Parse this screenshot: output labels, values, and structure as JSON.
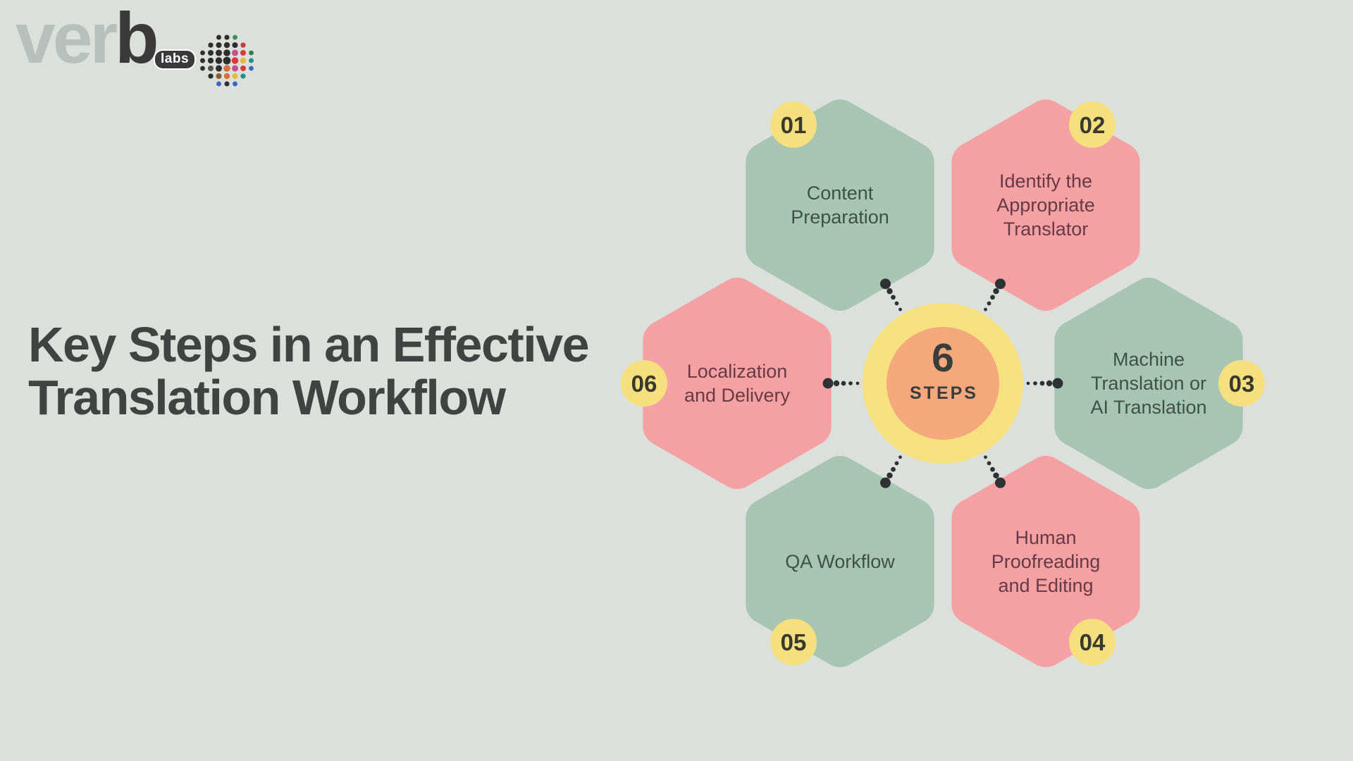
{
  "logo": {
    "word_gray": "ver",
    "word_dark": "b",
    "labs_label": "labs",
    "globe_colors": {
      "dark": "#2e2e2e",
      "matrix": [
        [
          "#2e2e2e",
          "#2e2e2e",
          "#3f8f5a"
        ],
        [
          "#2e2e2e",
          "#2e2e2e",
          "#2e2e2e",
          "#2e2e2e",
          "#c2403a"
        ],
        [
          "#2e2e2e",
          "#2e2e2e",
          "#2e2e2e",
          "#2e2e2e",
          "#c94f8e",
          "#d43d35",
          "#2e7d4f"
        ],
        [
          "#2e2e2e",
          "#2e2e2e",
          "#2e2e2e",
          "#2e2e2e",
          "#d43d35",
          "#e2b93b",
          "#258f89"
        ],
        [
          "#2e2e2e",
          "#555555",
          "#2e2e2e",
          "#d4703a",
          "#c94f8e",
          "#d43d35",
          "#3a66c4"
        ],
        [
          "#2e2e2e",
          "#8a5a2f",
          "#d4703a",
          "#e2b93b",
          "#258f89"
        ],
        [
          "#3a66c4",
          "#2f2f2f",
          "#3a66c4"
        ]
      ]
    }
  },
  "title": {
    "line1": "Key Steps in an Effective",
    "line2": "Translation Workflow"
  },
  "center": {
    "number": "6",
    "caption": "STEPS"
  },
  "steps": [
    {
      "number": "01",
      "label": [
        "Content",
        "Preparation"
      ],
      "color_role": "green"
    },
    {
      "number": "02",
      "label": [
        "Identify the",
        "Appropriate",
        "Translator"
      ],
      "color_role": "pink"
    },
    {
      "number": "03",
      "label": [
        "Machine",
        "Translation or",
        "AI Translation"
      ],
      "color_role": "green"
    },
    {
      "number": "04",
      "label": [
        "Human",
        "Proofreading",
        "and Editing"
      ],
      "color_role": "pink"
    },
    {
      "number": "05",
      "label": [
        "QA Workflow"
      ],
      "color_role": "green"
    },
    {
      "number": "06",
      "label": [
        "Localization",
        "and Delivery"
      ],
      "color_role": "pink"
    }
  ],
  "colors": {
    "background": "#dce0dc",
    "hex_green": "#a8c5b4",
    "hex_pink": "#f5a0a2",
    "text_green": "#3c5246",
    "text_pink": "#643b46",
    "badge_yellow": "#f6df7d",
    "badge_text": "#38392f",
    "center_outer_yellow": "#f5e17e",
    "center_inner_orange": "#f4a87c",
    "connector_dot": "#2e3234",
    "title_text": "#3f4442"
  }
}
